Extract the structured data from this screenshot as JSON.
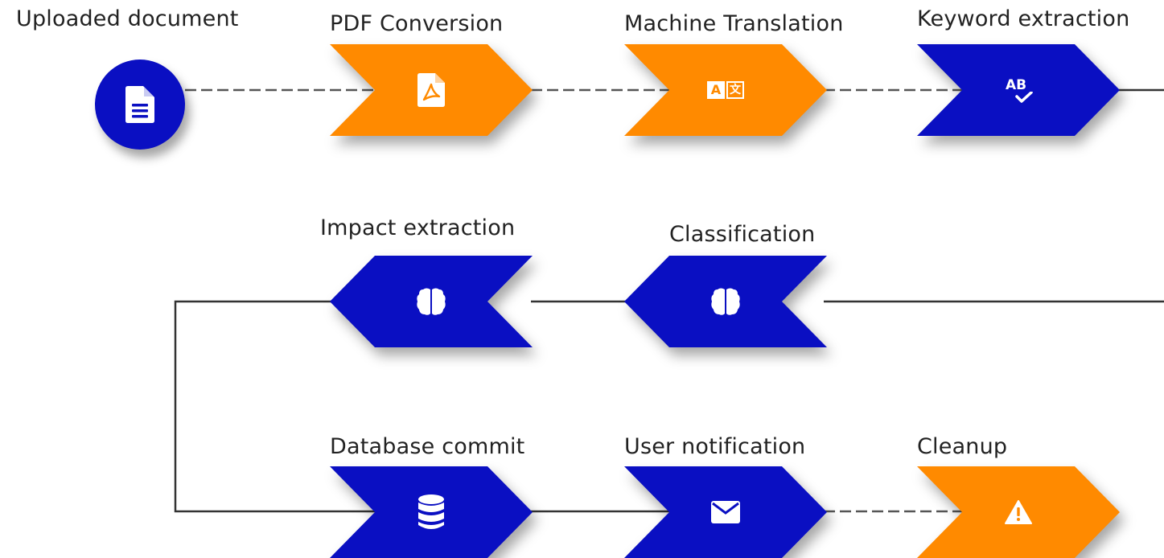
{
  "colors": {
    "orange": "#FF8A00",
    "blue": "#0A0FC2",
    "line": "#333333",
    "dash": "#555555"
  },
  "nodes": {
    "start": {
      "label": "Uploaded document",
      "icon": "document-icon"
    },
    "pdf": {
      "label": "PDF Conversion",
      "icon": "pdf-icon"
    },
    "translation": {
      "label": "Machine Translation",
      "icon": "translate-icon"
    },
    "keyword": {
      "label": "Keyword extraction",
      "icon": "spell-check-icon"
    },
    "impact": {
      "label": "Impact extraction",
      "icon": "brain-icon"
    },
    "classification": {
      "label": "Classification",
      "icon": "brain-icon"
    },
    "database": {
      "label": "Database commit",
      "icon": "database-icon"
    },
    "notification": {
      "label": "User notification",
      "icon": "envelope-icon"
    },
    "cleanup": {
      "label": "Cleanup",
      "icon": "warning-icon"
    }
  },
  "icon_text": {
    "translate_a": "A",
    "translate_b": "文",
    "spellcheck": "AB"
  }
}
